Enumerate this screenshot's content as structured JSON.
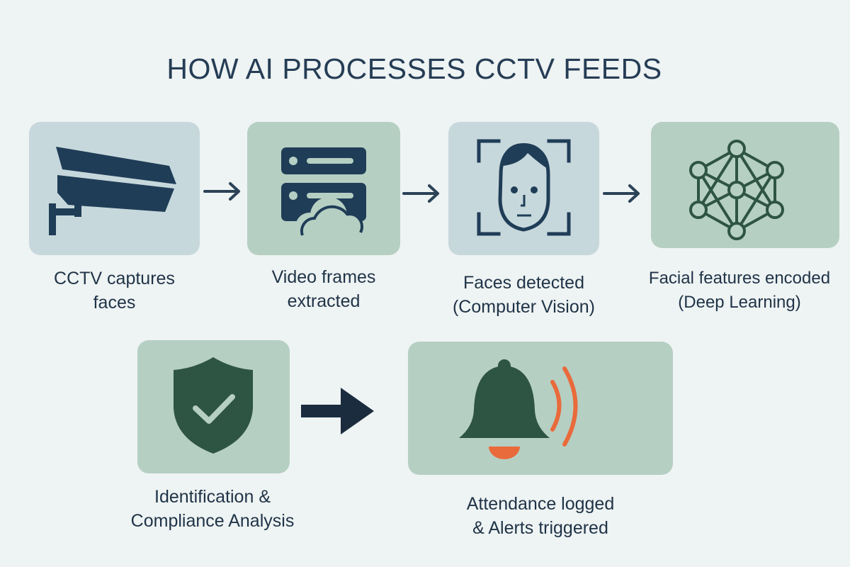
{
  "title": "HOW AI PROCESSES CCTV FEEDS",
  "colors": {
    "background": "#eef3f3",
    "box_blue": "#c7d8dc",
    "box_green": "#b6cfc3",
    "icon_navy": "#1f3d57",
    "icon_green": "#2e5444",
    "alert_orange": "#e96a3b"
  },
  "steps": [
    {
      "icon": "cctv-camera-icon",
      "label": "CCTV captures\nfaces"
    },
    {
      "icon": "video-frames-icon",
      "label": "Video frames\nextracted"
    },
    {
      "icon": "face-detection-icon",
      "label": "Faces detected\n(Computer Vision)"
    },
    {
      "icon": "neural-network-icon",
      "label": "Facial features encoded\n(Deep Learning)"
    },
    {
      "icon": "shield-check-icon",
      "label": "Identification &\nCompliance Analysis"
    },
    {
      "icon": "bell-alert-icon",
      "label": "Attendance logged\n& Alerts triggered"
    }
  ]
}
